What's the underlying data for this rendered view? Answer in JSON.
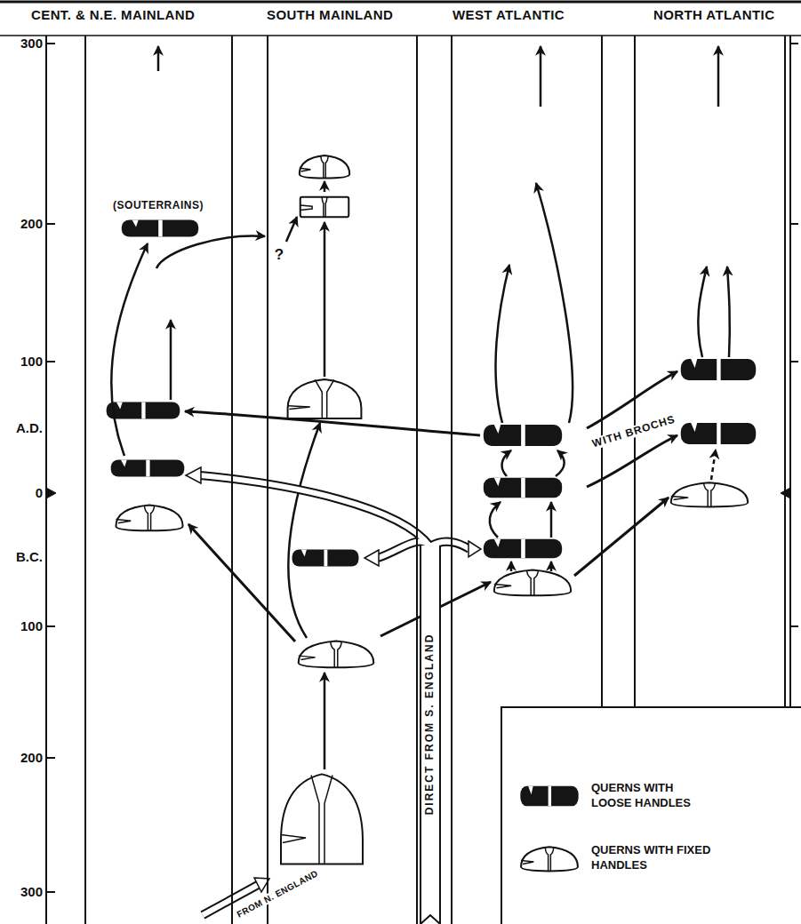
{
  "diagram": {
    "nodes": [
      {
        "text": [
          "CENT. & N.E. MAINLAND"
        ]
      },
      {
        "text": [
          "SOUTH MAINLAND"
        ]
      },
      {
        "text": [
          "WEST ATLANTIC"
        ]
      },
      {
        "text": [
          "NORTH ATLANTIC"
        ]
      }
    ],
    "labels": [
      "300",
      "200",
      "100",
      "A.D.",
      "0",
      "B.C.",
      "100",
      "200",
      "300",
      "(SOUTERRAINS)",
      "?",
      "WITH BROCHS",
      "DIRECT FROM S. ENGLAND",
      "FROM N. ENGLAND"
    ],
    "legend": [
      {
        "text": "QUERNS WITH LOOSE HANDLES"
      },
      {
        "text": "QUERNS WITH FIXED HANDLES"
      }
    ]
  }
}
